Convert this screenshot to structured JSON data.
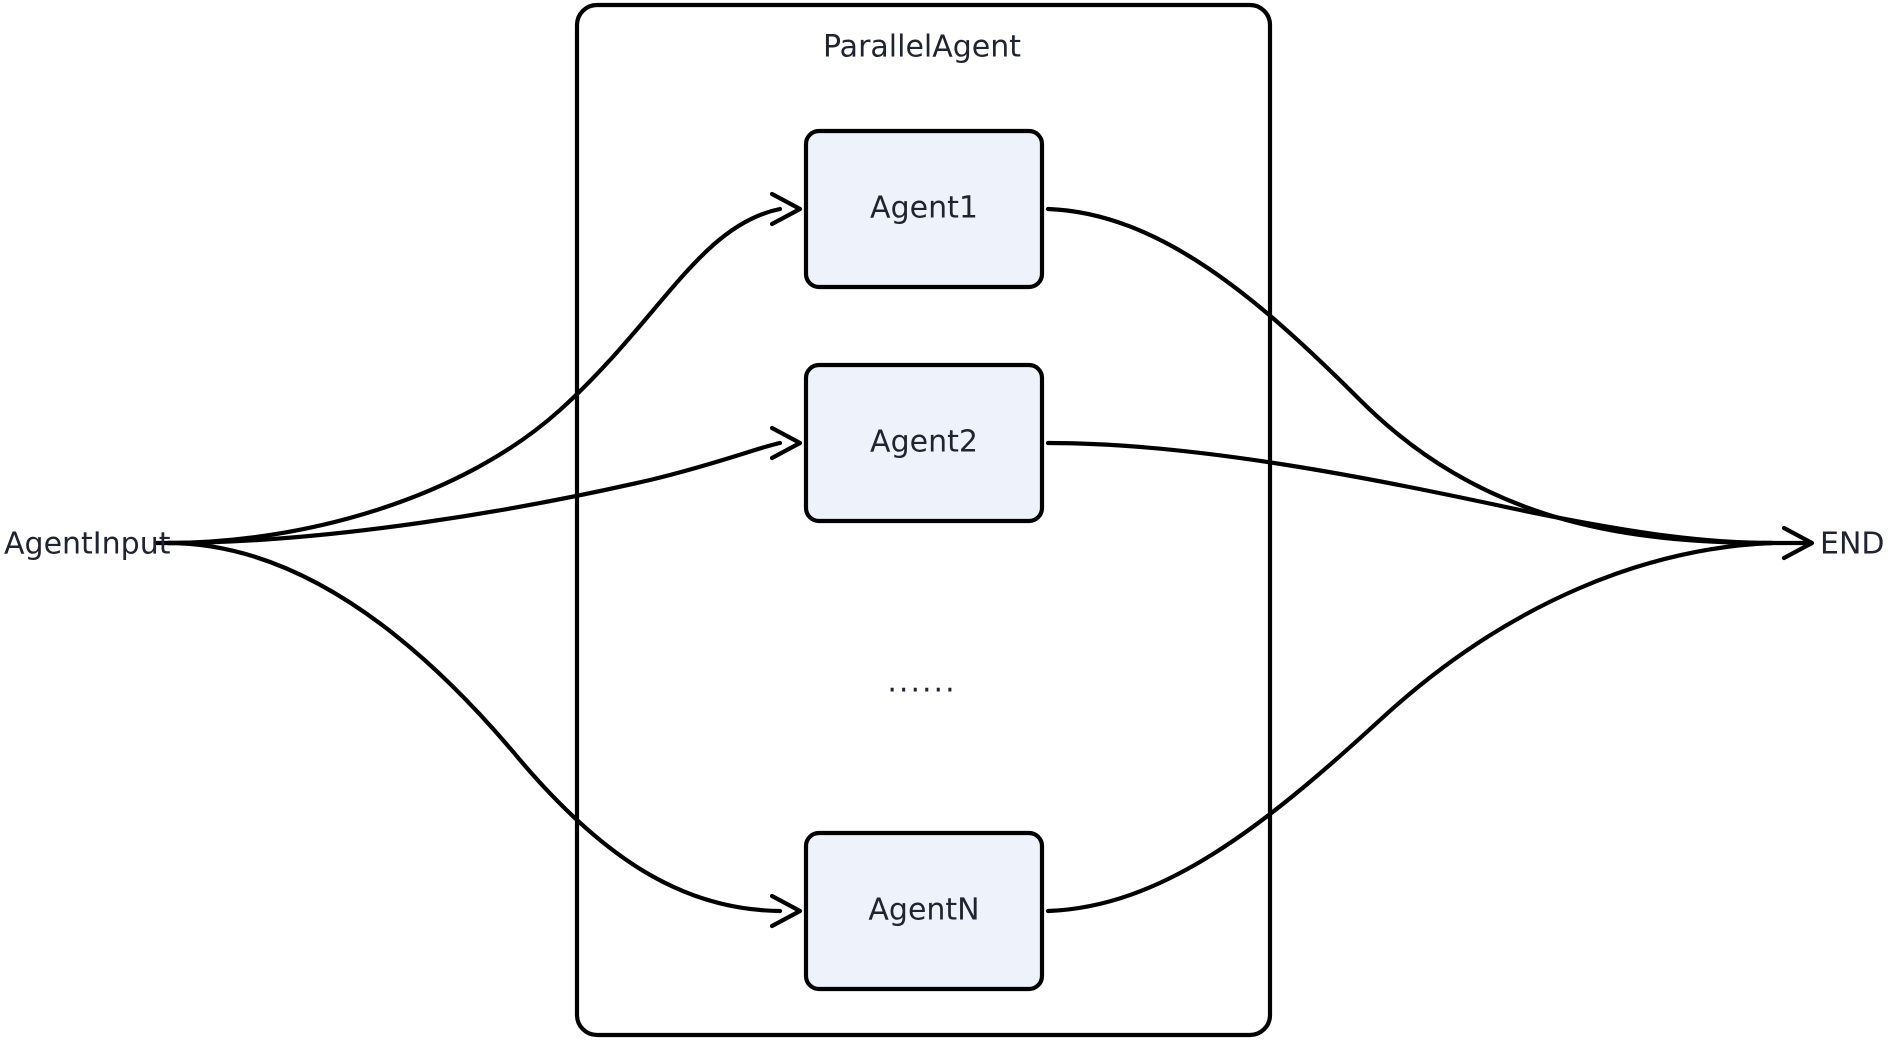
{
  "diagram": {
    "title": "ParallelAgent",
    "background_color": "#ffffff",
    "stroke_color": "#000000",
    "node_fill_color": "#eef2fa",
    "text_color": "#1f2430"
  },
  "nodes": {
    "input": {
      "label": "AgentInput"
    },
    "end": {
      "label": "END"
    },
    "ellipsis": {
      "label": "......"
    },
    "agents": [
      {
        "label": "Agent1"
      },
      {
        "label": "Agent2"
      },
      {
        "label": "AgentN"
      }
    ]
  }
}
